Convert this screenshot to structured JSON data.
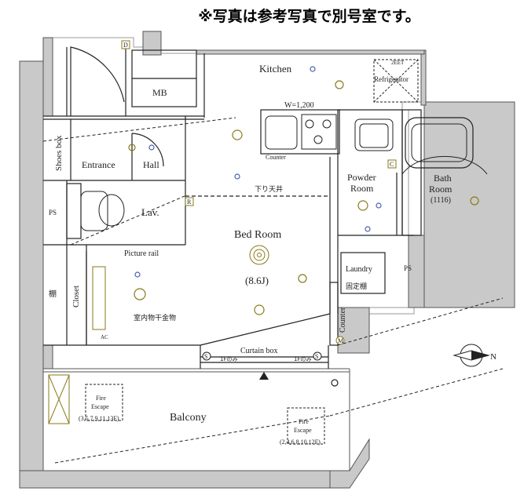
{
  "header_note": "※写真は参考写真で別号室です。",
  "rooms": {
    "kitchen": "Kitchen",
    "mb": "MB",
    "shoes_box": "Shoes box",
    "entrance": "Entrance",
    "hall": "Hall",
    "ps_left": "PS",
    "lav": "Lav.",
    "bed_room": "Bed Room",
    "bed_size": "(8.6J)",
    "closet": "Closet",
    "shelf": "棚",
    "powder_room_line1": "Powder",
    "powder_room_line2": "Room",
    "bath_line1": "Bath",
    "bath_line2": "Room",
    "bath_size": "(1116)",
    "laundry": "Laundry",
    "fixed_shelf": "固定棚",
    "ps_right": "PS",
    "counter_right": "Counter",
    "counter_kitchen": "Counter",
    "balcony": "Balcony",
    "refrigerator": "Refrigerator"
  },
  "annotations": {
    "kitchen_width": "W=1,200",
    "lowered_ceiling": "下り天井",
    "picture_rail": "Picture rail",
    "indoor_drying": "室内物干金物",
    "curtain_box": "Curtain box",
    "first_floor_only_left": "1Fのみ",
    "first_floor_only_right": "1Fのみ",
    "fire_escape_left_line1": "Fire",
    "fire_escape_left_line2": "Escape",
    "fire_escape_left_floors": "(3,5,7,9,11,13F)",
    "fire_escape_right_line1": "Fire",
    "fire_escape_right_line2": "Escape",
    "fire_escape_right_floors": "(2,4,6,8,10,12F)",
    "fridge_outlet": "2EET",
    "compass_north": "N",
    "ac_label": "AC",
    "sym_d": "D",
    "sym_c": "C",
    "sym_r": "R",
    "sym_m": "M",
    "sym_s_left": "S",
    "sym_s_right": "S"
  },
  "colors": {
    "wall": "#9a9a9a",
    "line": "#222222",
    "symbol": "#8a7a1a",
    "light": "#4a5fb0"
  }
}
